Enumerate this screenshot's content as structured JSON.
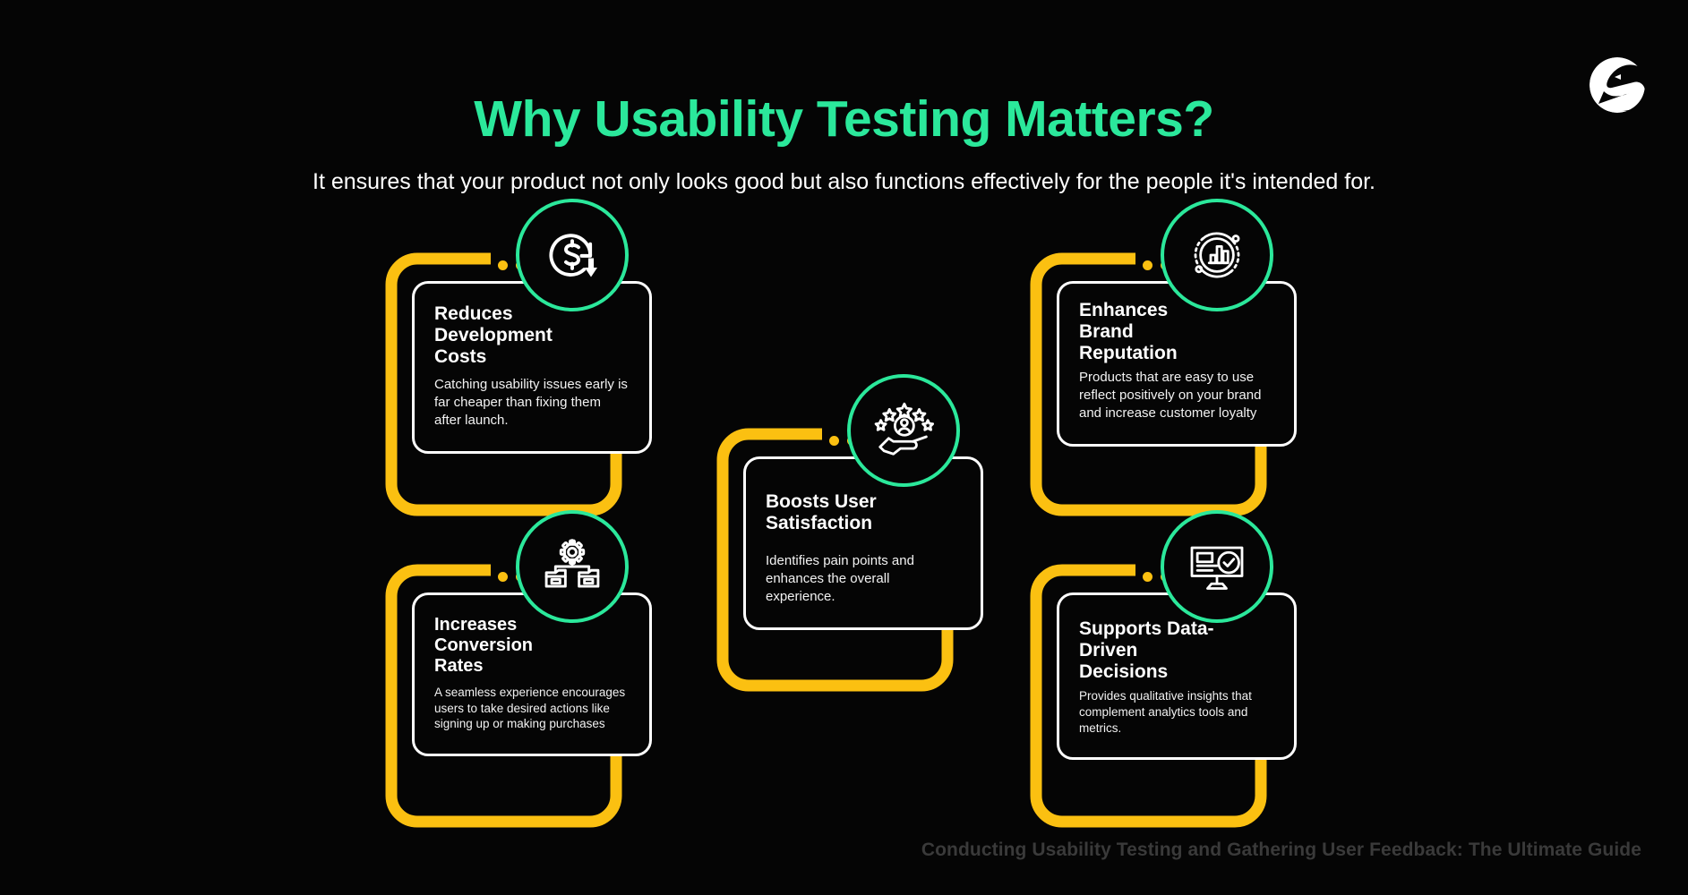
{
  "header": {
    "title": "Why Usability Testing Matters?",
    "subtitle": "It ensures that your product not only looks good but also functions effectively for the people it's intended for."
  },
  "logo": {
    "name": "brand-logo"
  },
  "colors": {
    "background": "#050505",
    "accent_green": "#2BE89B",
    "accent_yellow": "#FBC011",
    "text_primary": "#FFFFFF",
    "footer_text": "#3A3A3A"
  },
  "cards": [
    {
      "id": "reduces-development-costs",
      "title": "Reduces Development Costs",
      "body": "Catching usability issues early is far cheaper than fixing them after launch.",
      "icon": "dollar-cost-down-icon",
      "dots": 3
    },
    {
      "id": "increases-conversion-rates",
      "title": "Increases Conversion Rates",
      "body": "A seamless experience encourages users to take desired actions like signing up or making purchases",
      "icon": "gear-workflow-icon",
      "dots": 3
    },
    {
      "id": "boosts-user-satisfaction",
      "title": "Boosts User Satisfaction",
      "body": "Identifies pain points and enhances the overall experience.",
      "icon": "hand-user-stars-icon",
      "dots": 3
    },
    {
      "id": "enhances-brand-reputation",
      "title": "Enhances Brand Reputation",
      "body": "Products that are easy to use reflect positively on your brand and increase customer loyalty",
      "icon": "bar-chart-orbit-icon",
      "dots": 3
    },
    {
      "id": "supports-data-driven-decisions",
      "title": "Supports Data-Driven Decisions",
      "body": "Provides qualitative insights that complement analytics tools and metrics.",
      "icon": "monitor-check-icon",
      "dots": 3
    }
  ],
  "footer": {
    "text": "Conducting Usability Testing and Gathering User Feedback: The Ultimate Guide"
  }
}
